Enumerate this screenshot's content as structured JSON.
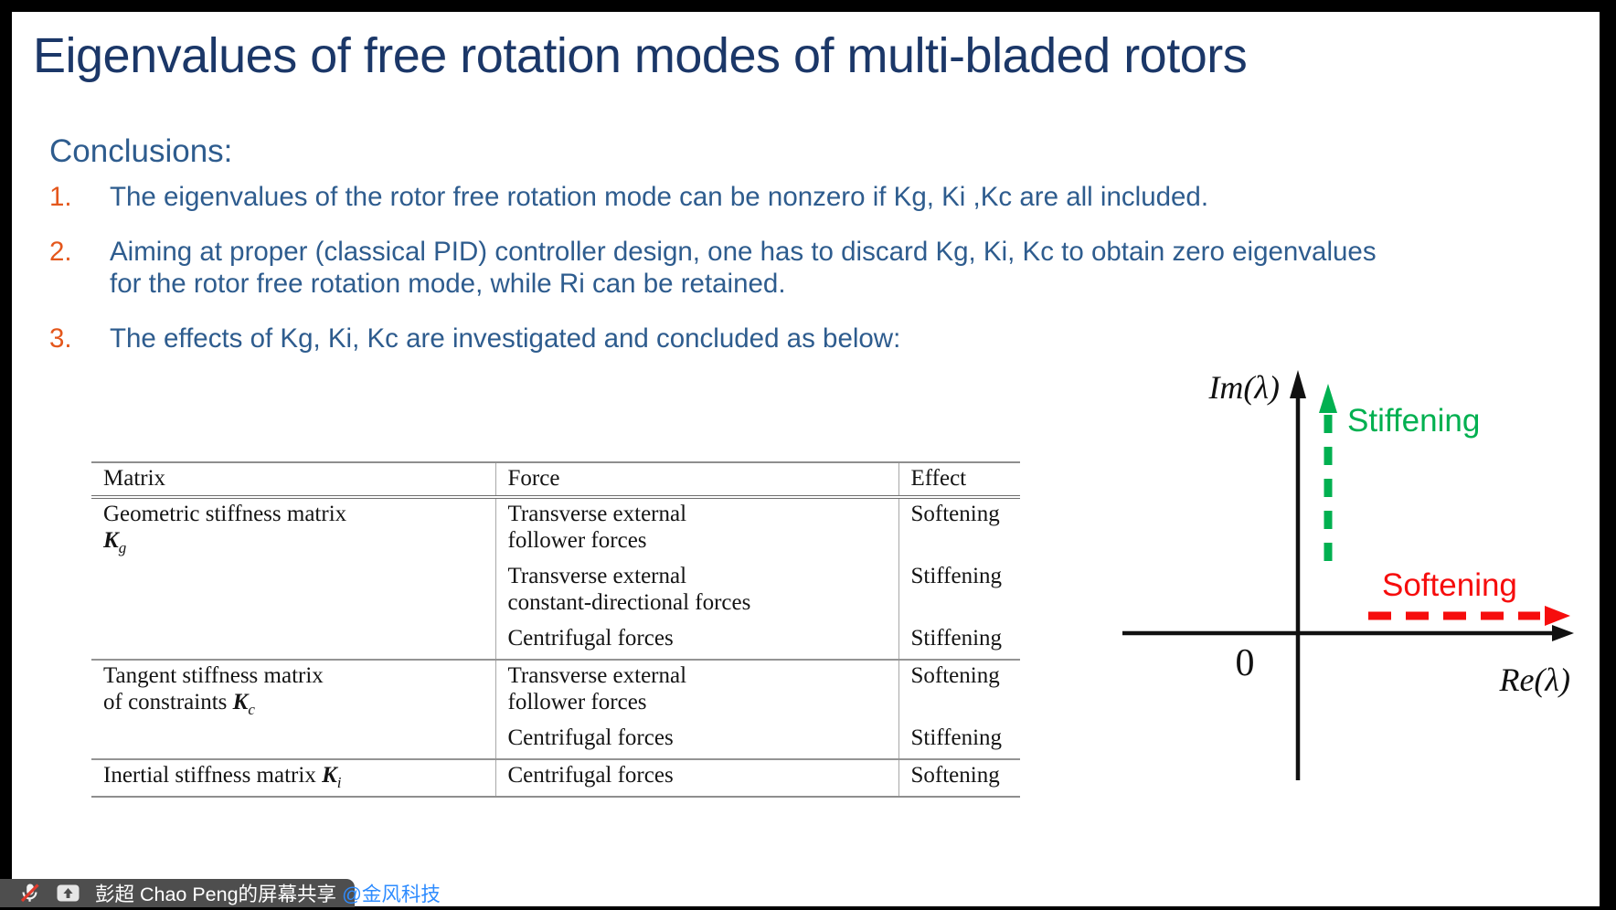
{
  "slide": {
    "title": "Eigenvalues of free rotation modes of multi-bladed rotors",
    "conclusions_label": "Conclusions:",
    "conclusions": [
      {
        "num": "1.",
        "text": "The eigenvalues of the rotor free rotation mode can be nonzero if Kg, Ki ,Kc are all included."
      },
      {
        "num": "2.",
        "text": "Aiming at proper (classical PID) controller design, one has to discard Kg, Ki, Kc to obtain zero eigenvalues for the rotor free rotation mode, while Ri can be retained."
      },
      {
        "num": "3.",
        "text": "The effects of Kg, Ki, Kc are investigated and concluded as below:"
      }
    ]
  },
  "table": {
    "headers": [
      "Matrix",
      "Force",
      "Effect"
    ],
    "groups": [
      {
        "matrix_line1": "Geometric stiffness matrix",
        "symbol": "K",
        "symbol_sub": "g",
        "rows": [
          {
            "force_line1": "Transverse external",
            "force_line2": "follower forces",
            "effect": "Softening"
          },
          {
            "force_line1": "Transverse external",
            "force_line2": "constant-directional forces",
            "effect": "Stiffening"
          },
          {
            "force_line1": "Centrifugal forces",
            "effect": "Stiffening"
          }
        ]
      },
      {
        "matrix_line1": "Tangent stiffness matrix",
        "matrix_line2": "of constraints ",
        "symbol": "K",
        "symbol_sub": "c",
        "rows": [
          {
            "force_line1": "Transverse external",
            "force_line2": "follower forces",
            "effect": "Softening"
          },
          {
            "force_line1": "Centrifugal forces",
            "effect": "Stiffening"
          }
        ]
      },
      {
        "matrix_line1": "Inertial stiffness matrix ",
        "symbol": "K",
        "symbol_sub": "i",
        "rows": [
          {
            "force_line1": "Centrifugal forces",
            "effect": "Softening"
          }
        ]
      }
    ]
  },
  "diagram": {
    "y_axis_label": "Im(λ)",
    "x_axis_label": "Re(λ)",
    "origin_label": "0",
    "up_arrow_label": "Stiffening",
    "right_arrow_label": "Softening",
    "colors": {
      "stiffening": "#00b050",
      "softening": "#f60d0d",
      "axis": "#111111"
    }
  },
  "share_bar": {
    "text": "彭超 Chao Peng的屏幕共享",
    "mention": "@金风科技",
    "icons": [
      "muted-mic-icon",
      "screen-share-icon"
    ],
    "colors": {
      "bar_bg": "#4e4e4e",
      "mention_blue": "#2e8cff",
      "mic_slash_red": "#e03a2c"
    }
  },
  "colors": {
    "title_navy": "#1b3768",
    "body_blue": "#2e5c8e",
    "number_orange": "#e4571c",
    "table_line_gray": "#8e8e8e"
  }
}
